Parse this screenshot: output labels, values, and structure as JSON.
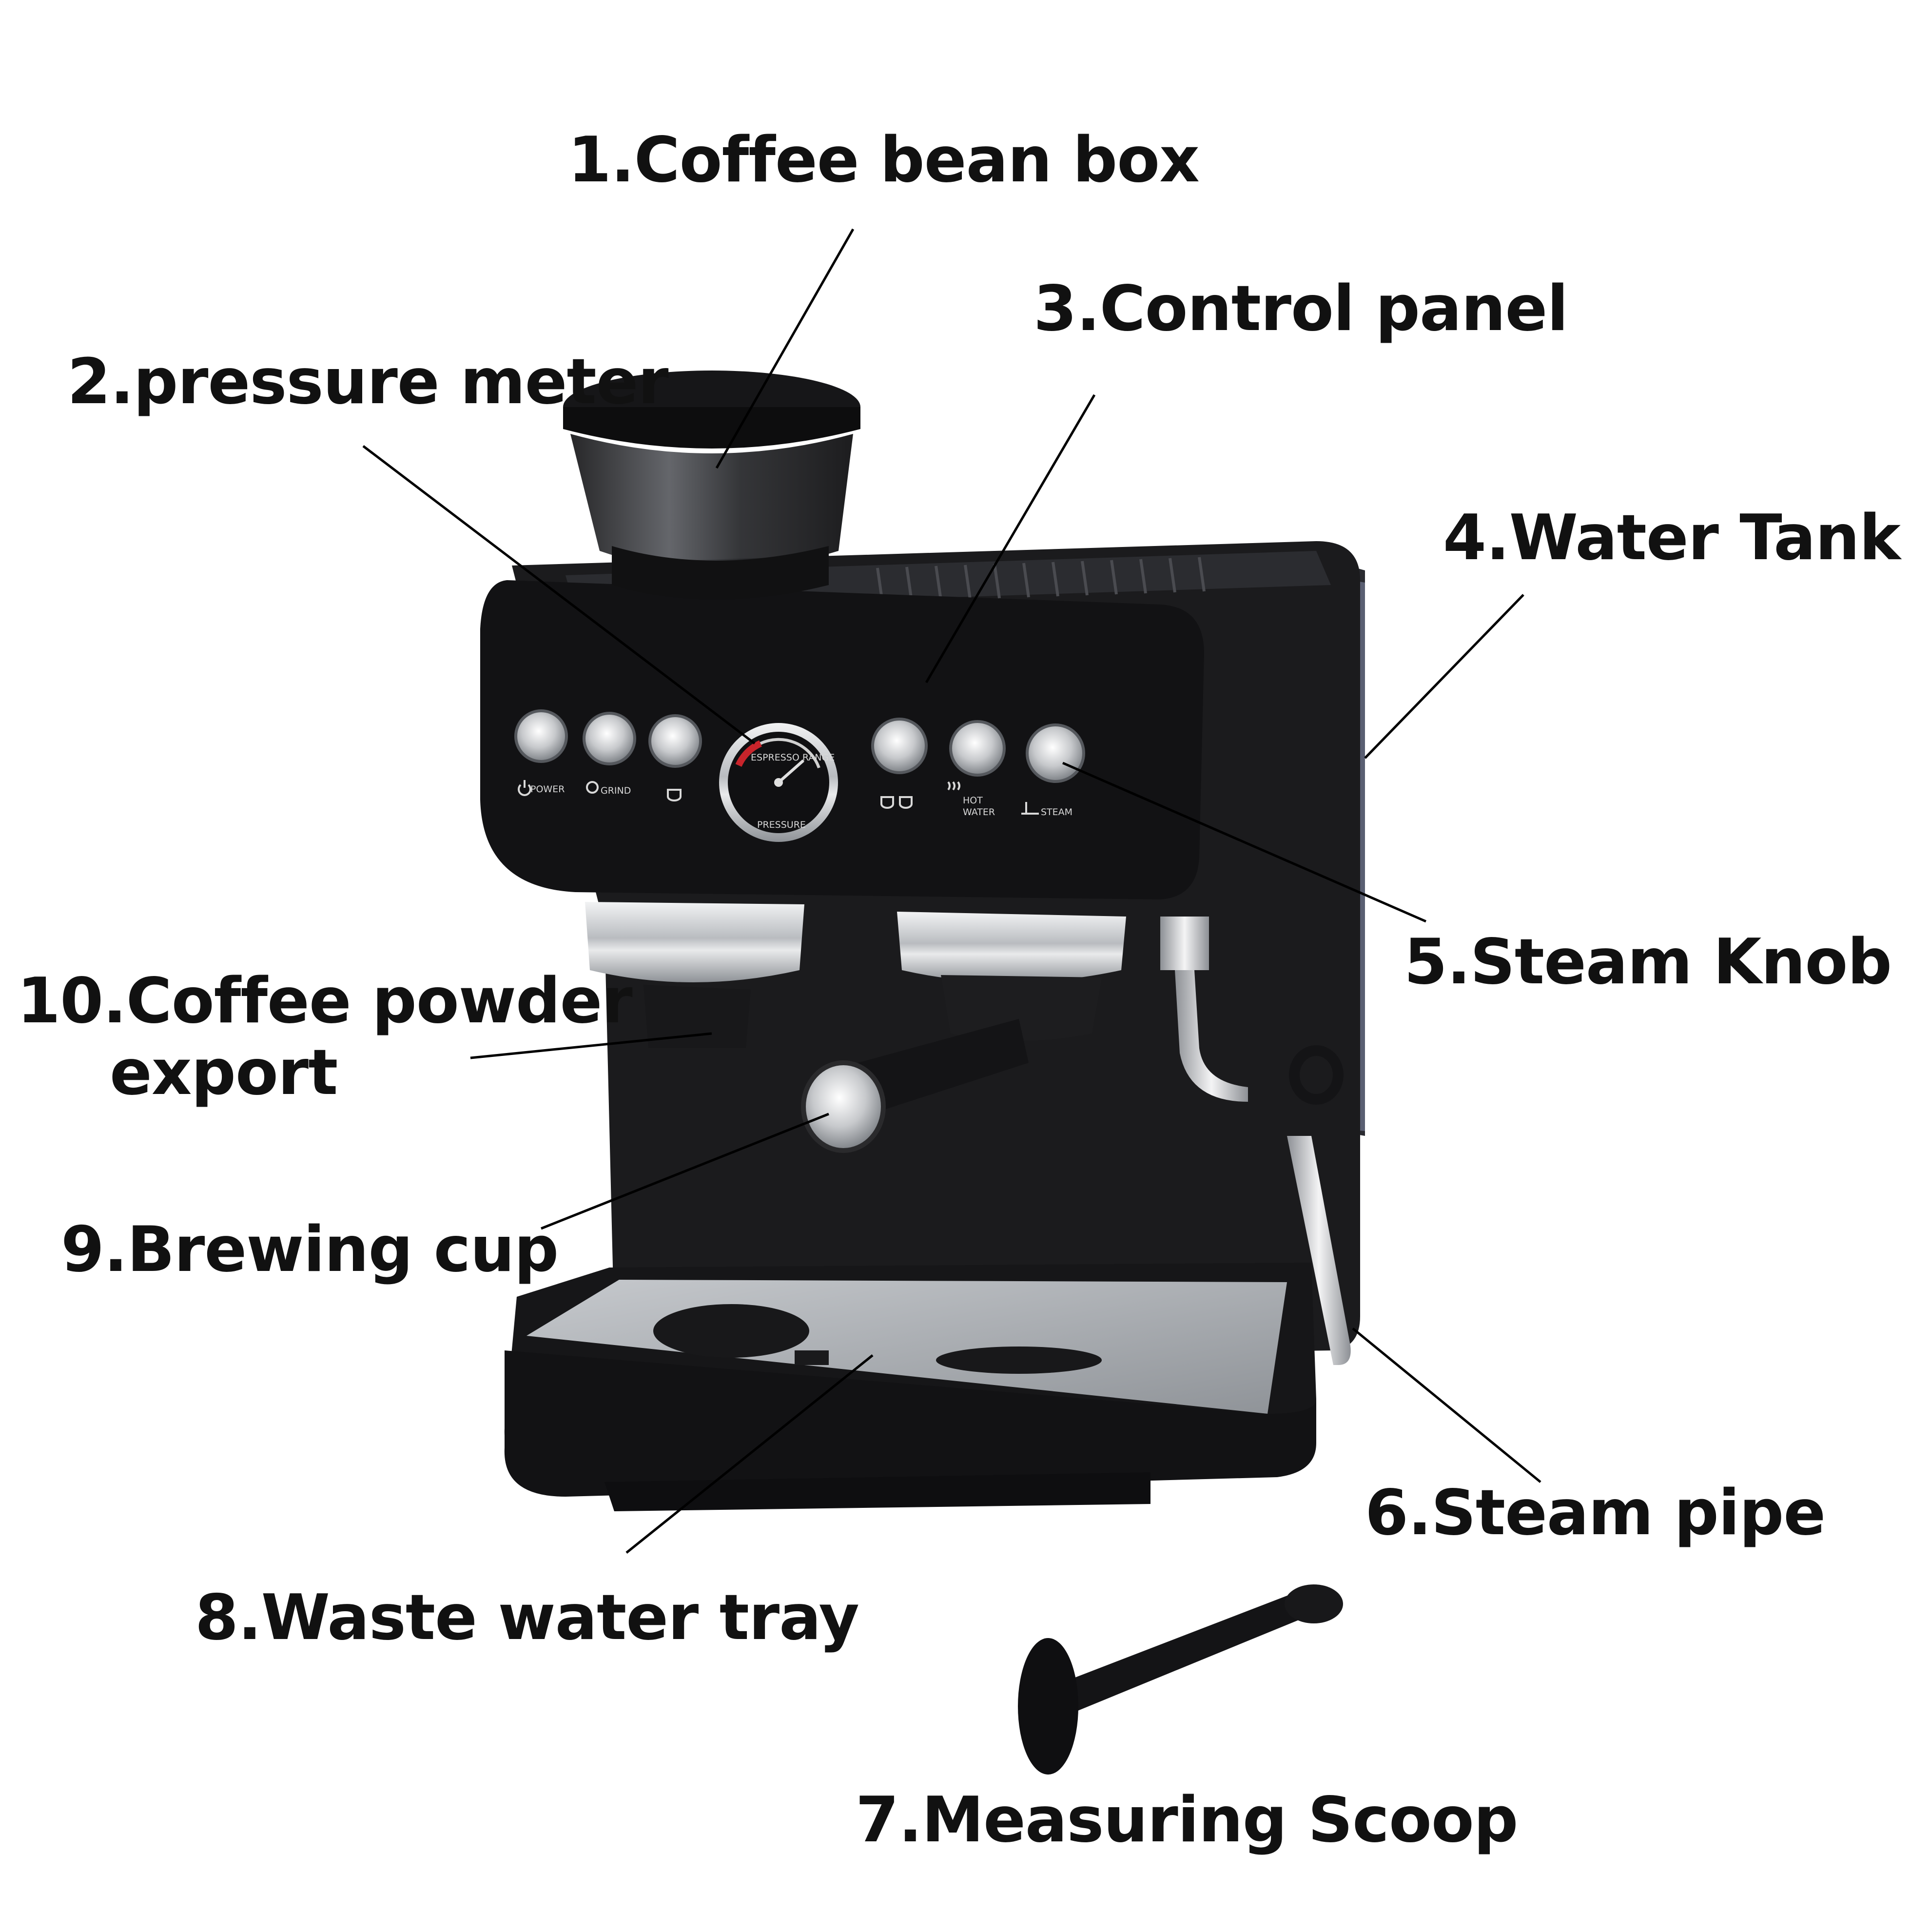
{
  "callouts": {
    "coffee_bean_box": "1.Coffee bean box",
    "pressure_meter": "2.pressure meter",
    "control_panel": "3.Control panel",
    "water_tank": "4.Water Tank",
    "steam_knob": "5.Steam Knob",
    "steam_pipe": "6.Steam pipe",
    "measuring_scoop": "7.Measuring Scoop",
    "waste_water_tray": "8.Waste water tray",
    "brewing_cup": "9.Brewing cup",
    "coffee_powder_export_line1": "10.Coffee powder",
    "coffee_powder_export_line2": "export"
  },
  "panel": {
    "power": "POWER",
    "grind": "GRIND",
    "hot": "HOT",
    "water": "WATER",
    "steam": "STEAM",
    "gauge_top": "ESPRESSO RANGE",
    "gauge_bottom": "PRESSURE"
  },
  "colors": {
    "body": "#1b1b1d",
    "chrome": "#c9cbce",
    "drip_plate": "#a9adb2",
    "gauge_red": "#c8242b",
    "label_text": "#111111",
    "leader_line": "#000000"
  },
  "icons": [
    "power-icon",
    "grind-icon",
    "single-cup-icon",
    "double-cup-icon",
    "hot-water-icon",
    "steam-icon"
  ]
}
